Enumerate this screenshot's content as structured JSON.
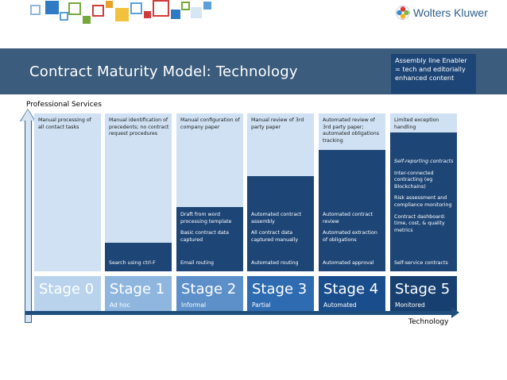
{
  "header": {
    "brand": "Wolters Kluwer",
    "title": "Contract Maturity Model: Technology",
    "assembly_note": "Assembly line Enabler = tech and editorially enhanced content"
  },
  "axes": {
    "y_label": "Professional Services",
    "x_label": "Technology"
  },
  "colors": {
    "band": "#3b5c7d",
    "dark_navy": "#1d4576",
    "light_blue": "#cfe1f2",
    "stage_colors": [
      "#b9d3ec",
      "#8fb6de",
      "#5d8fc8",
      "#2e6bb0",
      "#1a4d8c",
      "#173f70"
    ]
  },
  "stages": [
    {
      "name": "Stage 0",
      "subtitle": "",
      "top_text": "Manual processing of all contact tasks",
      "items": [],
      "bottom_text": ""
    },
    {
      "name": "Stage 1",
      "subtitle": "Ad hoc",
      "top_text": "Manual identification of precedents; no contract request procedures",
      "items": [],
      "bottom_text": "Search using ctrl-F"
    },
    {
      "name": "Stage 2",
      "subtitle": "Informal",
      "top_text": "Manual configuration of company paper",
      "items": [
        "Draft from word processing template",
        "Basic contract data captured"
      ],
      "bottom_text": "Email routing"
    },
    {
      "name": "Stage 3",
      "subtitle": "Partial",
      "top_text": "Manual review of 3rd party paper",
      "items": [
        "Automated contract assembly",
        "All contract data captured manually"
      ],
      "bottom_text": "Automated routing"
    },
    {
      "name": "Stage 4",
      "subtitle": "Automated",
      "top_text": "Automated review of 3rd party paper; automated obligations tracking",
      "items": [
        "Automated contract review",
        "Automated extraction of obligations"
      ],
      "bottom_text": "Automated approval"
    },
    {
      "name": "Stage 5",
      "subtitle": "Monitored",
      "top_text": "Limited exception handling",
      "items": [
        "Self-reporting contracts",
        "Inter-connected contracting (eg Blockchains)",
        "Risk assessment and compliance monitoring",
        "Contract dashboard: time, cost, & quality metrics"
      ],
      "bottom_text": "Self-service contracts"
    }
  ]
}
